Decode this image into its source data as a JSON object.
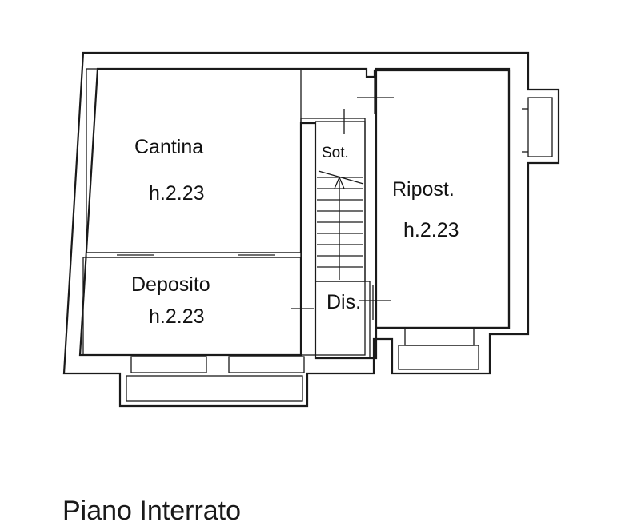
{
  "rooms": {
    "cantina": {
      "name": "Cantina",
      "height": "h.2.23"
    },
    "deposito": {
      "name": "Deposito",
      "height": "h.2.23"
    },
    "ripost": {
      "name": "Ripost.",
      "height": "h.2.23"
    },
    "sot": {
      "name": "Sot."
    },
    "dis": {
      "name": "Dis."
    }
  },
  "floor_title": "Piano Interrato"
}
